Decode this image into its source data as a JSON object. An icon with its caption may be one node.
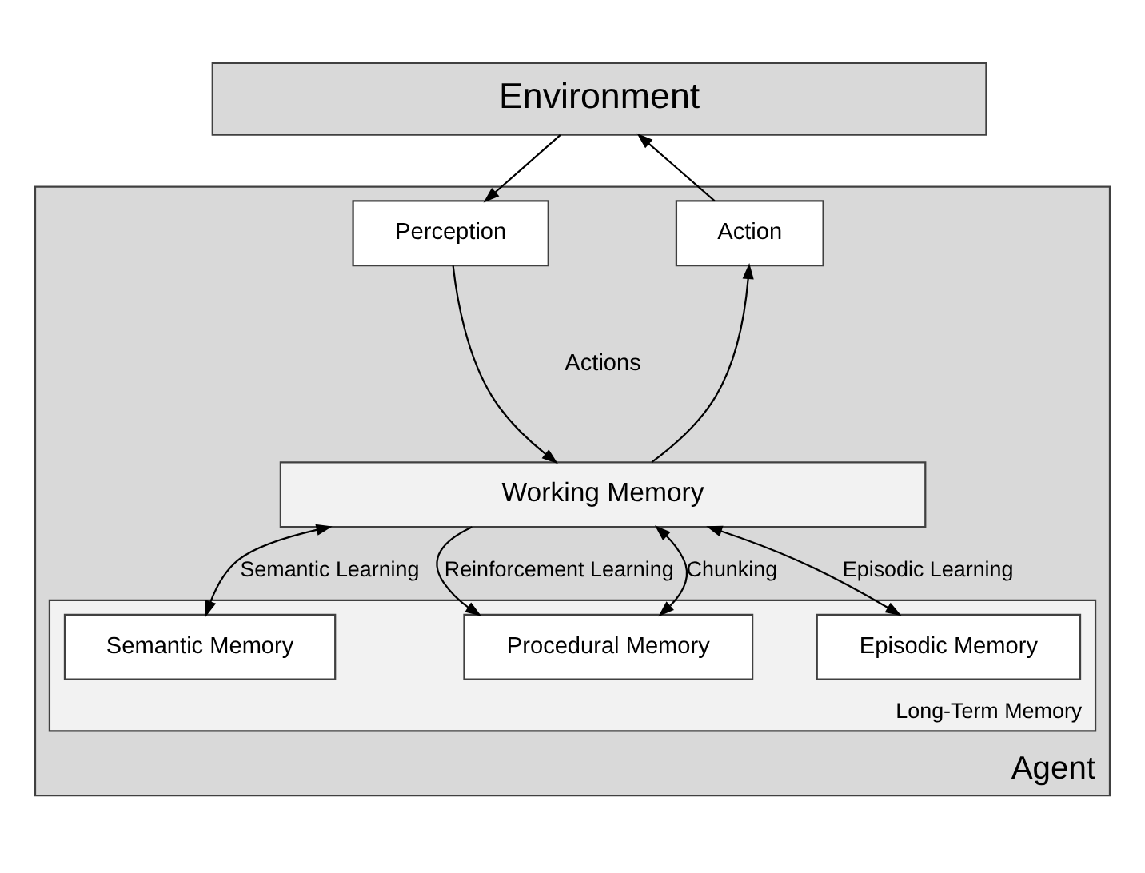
{
  "diagram": {
    "nodes": [
      {
        "text": [
          "Environment"
        ]
      },
      {
        "text": [
          "Agent"
        ]
      },
      {
        "text": [
          "Perception"
        ],
        "in": 1
      },
      {
        "text": [
          "Action"
        ],
        "in": 1
      },
      {
        "text": [
          "Working Memory"
        ],
        "in": 1
      },
      {
        "text": [
          "Long-Term Memory"
        ],
        "in": 1
      },
      {
        "text": [
          "Procedural Memory"
        ],
        "in": 5
      },
      {
        "text": [
          "Semantic Memory"
        ],
        "in": 5
      },
      {
        "text": [
          "Episodic Memory"
        ],
        "in": 5
      }
    ],
    "edges": [
      {
        "from": 0,
        "to": 2,
        "arrow": "to"
      },
      {
        "from": 3,
        "to": 0,
        "arrow": "to"
      },
      {
        "from": 2,
        "to": 4,
        "arrow": "to"
      },
      {
        "from": 4,
        "to": 3,
        "arrow": "to"
      },
      {
        "from": 4,
        "to": 6,
        "arrow": "to",
        "label": "Reinforcement Learning"
      },
      {
        "from": 6,
        "to": 4,
        "arrow": "both",
        "label": "Chunking"
      },
      {
        "from": 4,
        "to": 7,
        "arrow": "both",
        "label": "Semantic Learning"
      },
      {
        "from": 4,
        "to": 8,
        "arrow": "both",
        "label": "Episodic Learning"
      }
    ],
    "labels": [
      "Actions"
    ]
  }
}
